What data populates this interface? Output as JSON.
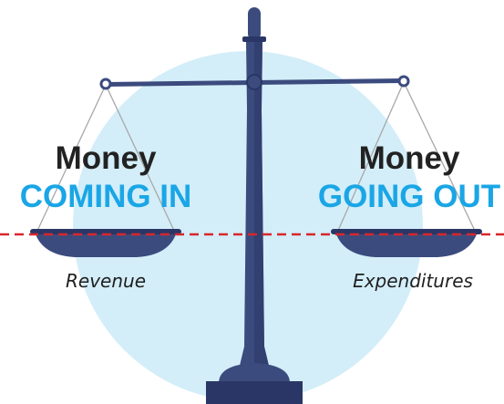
{
  "left_pan": {
    "title": "Money",
    "subtitle": "COMING IN",
    "caption": "Revenue"
  },
  "right_pan": {
    "title": "Money",
    "subtitle": "GOING OUT",
    "caption": "Expenditures"
  },
  "colors": {
    "background_circle": "#d3eef9",
    "scale_navy": "#3b4b7e",
    "scale_dark": "#2a3766",
    "accent_blue": "#1aa6e6",
    "dashed_line_red": "#d9262b",
    "text_dark": "#222222",
    "string_gray": "#a8a8a8"
  }
}
